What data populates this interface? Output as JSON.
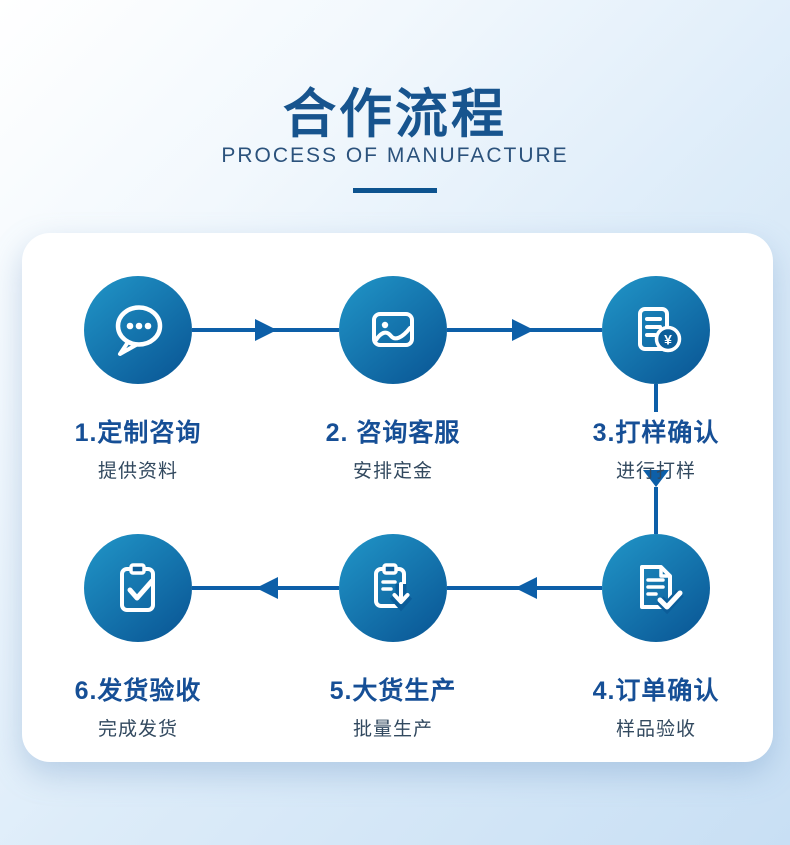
{
  "header": {
    "title": "合作流程",
    "subtitle": "PROCESS OF MANUFACTURE"
  },
  "colors": {
    "title_blue": "#17548e",
    "subtitle_blue": "#2b527c",
    "connector_blue": "#0d5fa8",
    "circle_gradient_start": "#2196c8",
    "circle_gradient_end": "#0b5a98",
    "step_label_blue": "#164f96",
    "step_sub_slate": "#32495f",
    "card_background": "#ffffff"
  },
  "icons": {
    "yuan_symbol": "¥",
    "names": [
      "chat-bubble-icon",
      "photo-icon",
      "invoice-yuan-icon",
      "document-check-icon",
      "clipboard-download-icon",
      "clipboard-check-icon"
    ]
  },
  "steps": [
    {
      "label": "1.定制咨询",
      "sub": "提供资料",
      "icon": "chat-bubble-icon"
    },
    {
      "label": "2. 咨询客服",
      "sub": "安排定金",
      "icon": "photo-icon"
    },
    {
      "label": "3.打样确认",
      "sub": "进行打样",
      "icon": "invoice-yuan-icon"
    },
    {
      "label": "4.订单确认",
      "sub": "样品验收",
      "icon": "document-check-icon"
    },
    {
      "label": "5.大货生产",
      "sub": "批量生产",
      "icon": "clipboard-download-icon"
    },
    {
      "label": "6.发货验收",
      "sub": "完成发货",
      "icon": "clipboard-check-icon"
    }
  ]
}
